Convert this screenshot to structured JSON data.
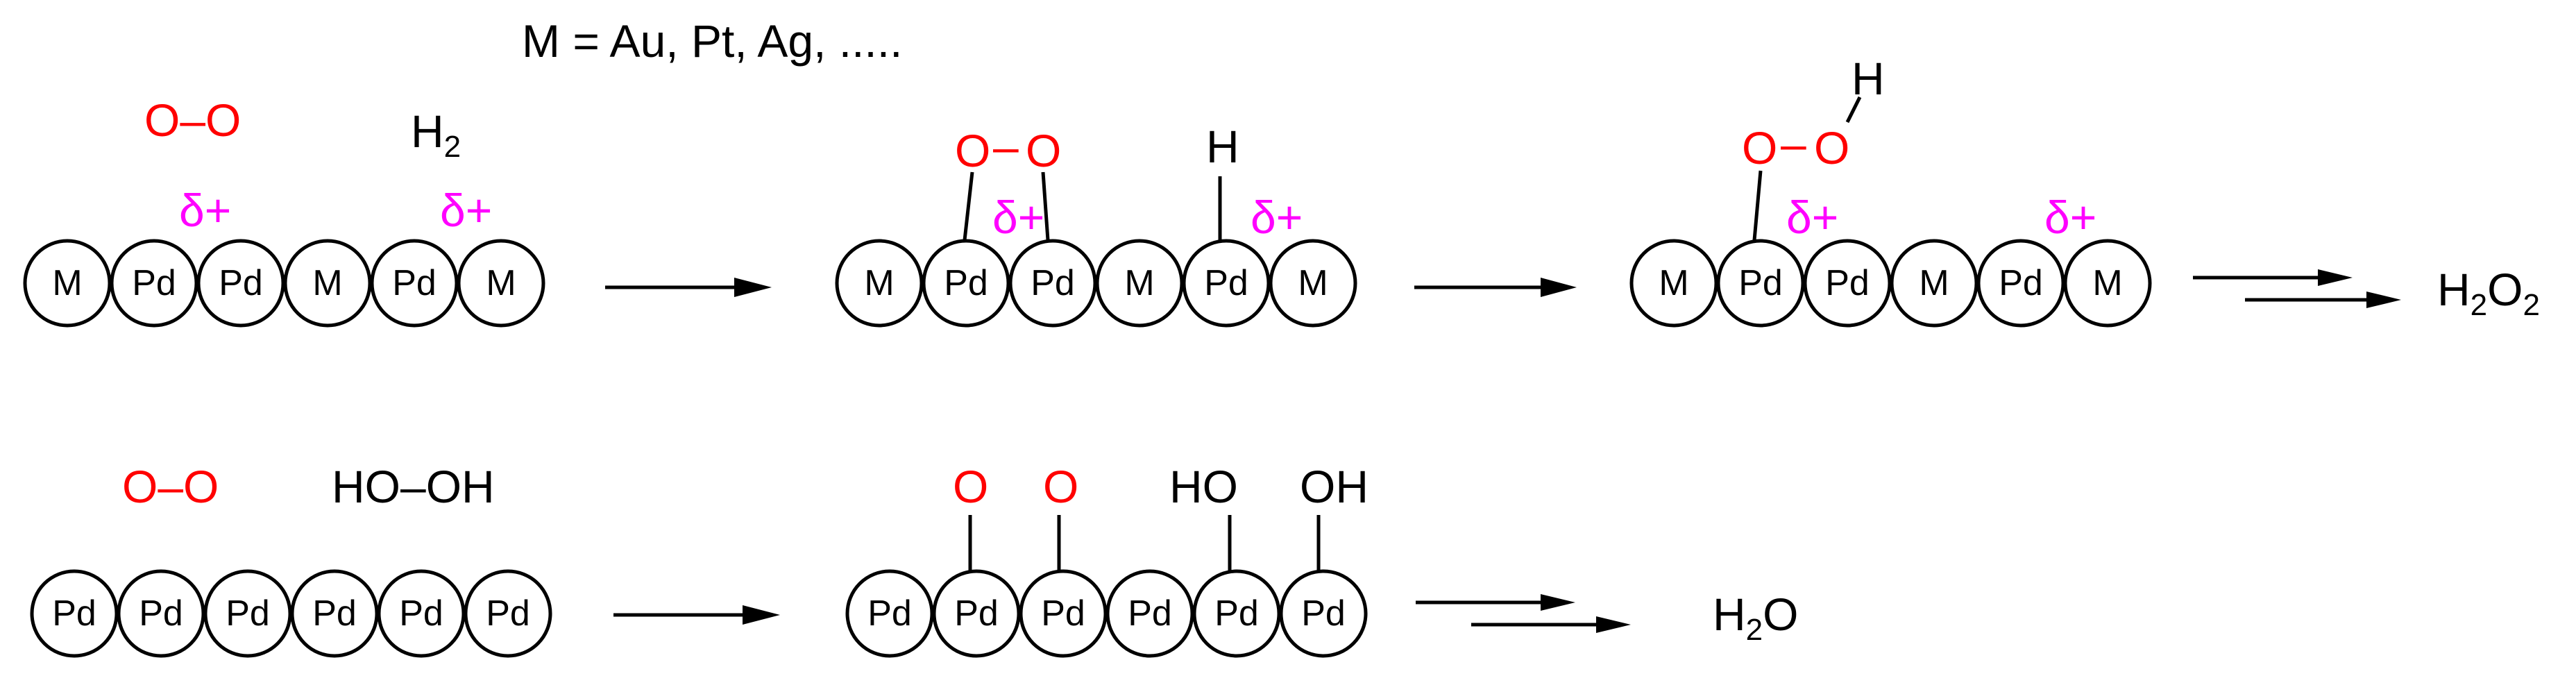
{
  "header": {
    "definition": "M = Au, Pt, Ag, ....."
  },
  "atom_labels": {
    "metal": "M",
    "palladium": "Pd"
  },
  "partial_charge": "δ+",
  "row1": {
    "reactant_oxygen": "O–O",
    "reactant_hydrogen": {
      "base": "H",
      "sub": "2"
    },
    "chain": [
      "M",
      "Pd",
      "Pd",
      "M",
      "Pd",
      "M"
    ],
    "adsorbed_oxygen": {
      "left": "O",
      "dash": "–",
      "right": "O"
    },
    "adsorbed_hydrogen": "H",
    "hydroperoxy": {
      "o1": "O",
      "dash": "–",
      "o2": "O",
      "h": "H"
    },
    "product": {
      "a": "H",
      "a_sub": "2",
      "b": "O",
      "b_sub": "2"
    }
  },
  "row2": {
    "reactant_oxygen": "O–O",
    "reactant_peroxide": "HO–OH",
    "chain": [
      "Pd",
      "Pd",
      "Pd",
      "Pd",
      "Pd",
      "Pd"
    ],
    "adsorbed_o": "O",
    "adsorbed_oh": "HO",
    "adsorbed_oh2": "OH",
    "product": {
      "a": "H",
      "a_sub": "2",
      "b": "O"
    }
  },
  "colors": {
    "oxygen": "#ff0000",
    "partial_charge": "#ff00ff",
    "line": "#000000"
  }
}
